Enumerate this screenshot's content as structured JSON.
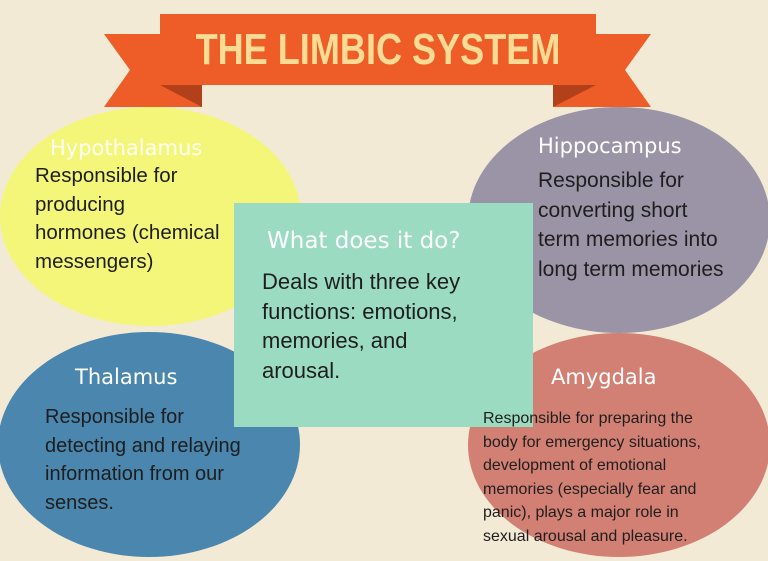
{
  "title": "THE LIMBIC SYSTEM",
  "colors": {
    "background": "#F3EAD6",
    "ribbon": "#EE5D27",
    "ribbon_fold": "#B2401A",
    "title_text": "#FCDC94",
    "hypothalamus": "#F4F67A",
    "hippocampus": "#9A94A6",
    "thalamus": "#4A86AE",
    "amygdala": "#D27F74",
    "center_box": "#9BDBC2"
  },
  "regions": {
    "hypothalamus": {
      "name": "Hypothalamus",
      "description": "Responsible for\nproducing\nhormones (chemical\nmessengers)"
    },
    "hippocampus": {
      "name": "Hippocampus",
      "description": "Responsible for\nconverting short\nterm memories into\nlong term memories"
    },
    "thalamus": {
      "name": "Thalamus",
      "description": "Responsible for\ndetecting and relaying\ninformation from our\nsenses."
    },
    "amygdala": {
      "name": "Amygdala",
      "description": "Responsible for preparing the\nbody for emergency situations,\ndevelopment of emotional\nmemories (especially fear and\npanic), plays a major role in\nsexual arousal and pleasure."
    }
  },
  "center": {
    "heading": "What does it do?",
    "description": "Deals with three key\nfunctions: emotions,\nmemories, and\narousal."
  }
}
